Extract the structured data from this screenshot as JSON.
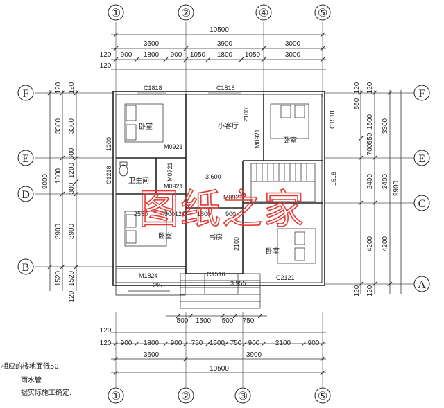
{
  "axes_columns": [
    "①",
    "②",
    "④",
    "⑤",
    "①",
    "②",
    "③",
    "⑤"
  ],
  "axes_rows": [
    "F",
    "E",
    "D",
    "B",
    "F",
    "E",
    "C",
    "A"
  ],
  "dims_top": {
    "total": "10500",
    "row1": [
      "3600",
      "3900",
      "3000"
    ],
    "row2": [
      "900",
      "1800",
      "900",
      "1050",
      "1800",
      "1050",
      "3000"
    ],
    "left_ticks": [
      "120",
      "120"
    ]
  },
  "dims_bottom": {
    "total": "10500",
    "row1": [
      "3600",
      "3900"
    ],
    "row2": [
      "900",
      "1800",
      "900",
      "750",
      "1500",
      "750",
      "900",
      "2100",
      "900"
    ],
    "left_ticks": [
      "120",
      "120"
    ],
    "steps": [
      "500",
      "1500",
      "500",
      "750"
    ]
  },
  "dims_left": {
    "total": "9000",
    "outer": [
      "3300",
      "1800",
      "3900",
      "1520"
    ],
    "inner": [
      "3300",
      "1200",
      "300",
      "3900",
      "1520"
    ],
    "extras": [
      "120",
      "120",
      "300",
      "120"
    ]
  },
  "dims_right": {
    "total": "9900",
    "outer": [
      "3300",
      "2400",
      "4200"
    ],
    "inner": [
      "1500",
      "550",
      "700",
      "2400",
      "4200"
    ],
    "extras": [
      "120",
      "120",
      "550",
      "120",
      "120"
    ]
  },
  "rooms": {
    "bedroom_nw": "卧室",
    "bedroom_ne": "卧室",
    "bedroom_sw": "卧室",
    "bedroom_se": "卧室",
    "living": "小客厅",
    "bathroom": "卫生间",
    "study": "书房"
  },
  "codes": {
    "c1818_a": "C1818",
    "c1818_b": "C1818",
    "c1518_r": "C1518",
    "c1218": "C1218",
    "c2121": "C2121",
    "c1516": "C1516",
    "m0921_a": "M0921",
    "m0921_b": "M0921",
    "m0921_c": "M0921",
    "m0921_d": "M0921",
    "m0721": "M0721",
    "m1824": "M1824",
    "level": "3.600",
    "level2": "3.955",
    "slope": "2%",
    "d2100a": "2100",
    "d2100b": "2100",
    "d900": "900",
    "d1800": "1800",
    "d5518": "1518",
    "d1200": "1200",
    "d2550": "2550",
    "d900121": "900121"
  },
  "notes": [
    "相应的楼地面低50.",
    "雨水管.",
    "据实际施工确定."
  ],
  "watermark": "图纸之家"
}
